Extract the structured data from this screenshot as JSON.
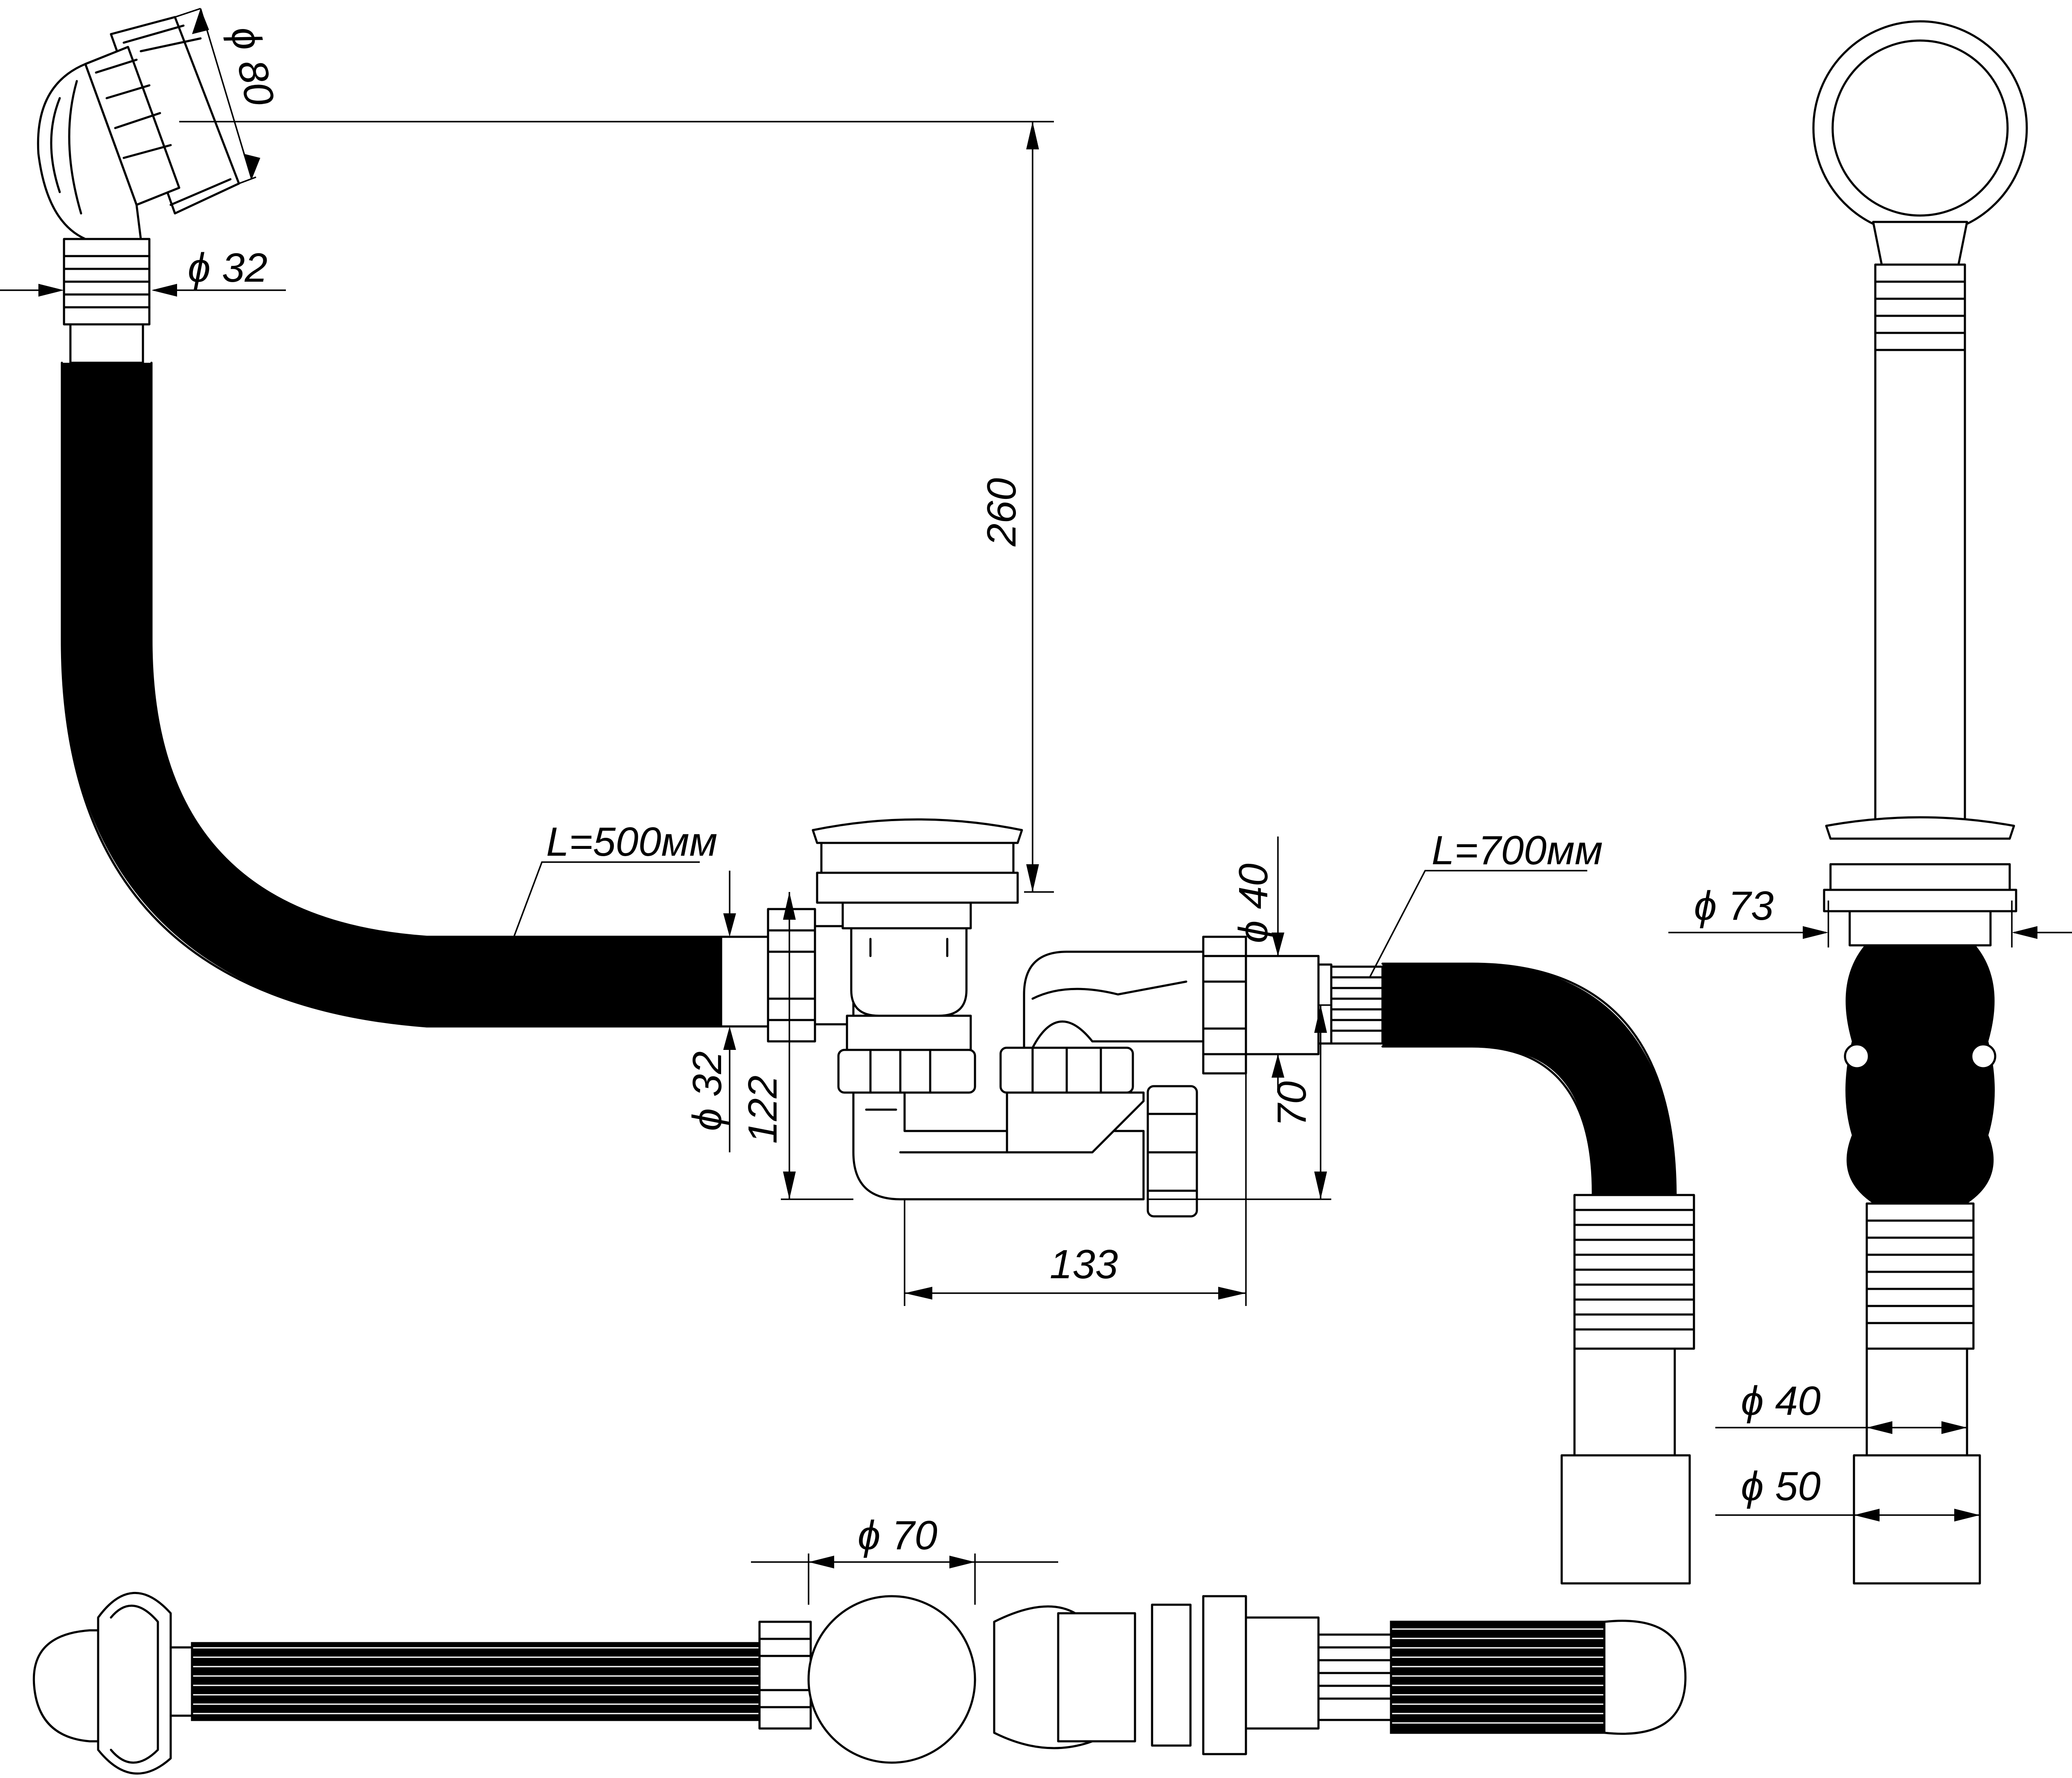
{
  "dimensions": {
    "overflow_diameter": "ϕ 80",
    "overflow_pipe_diameter": "ϕ 32",
    "overflow_height": "260",
    "overflow_hose_length": "L=500мм",
    "inlet_diameter": "ϕ 32",
    "trap_height": "122",
    "outlet_diameter_top": "ϕ 40",
    "drain_hose_length": "L=700мм",
    "outlet_offset": "70",
    "trap_width": "133",
    "plug_diameter": "ϕ 73",
    "hose_end_inner": "ϕ 40",
    "hose_end_outer": "ϕ 50",
    "drain_body_diameter": "ϕ 70"
  }
}
